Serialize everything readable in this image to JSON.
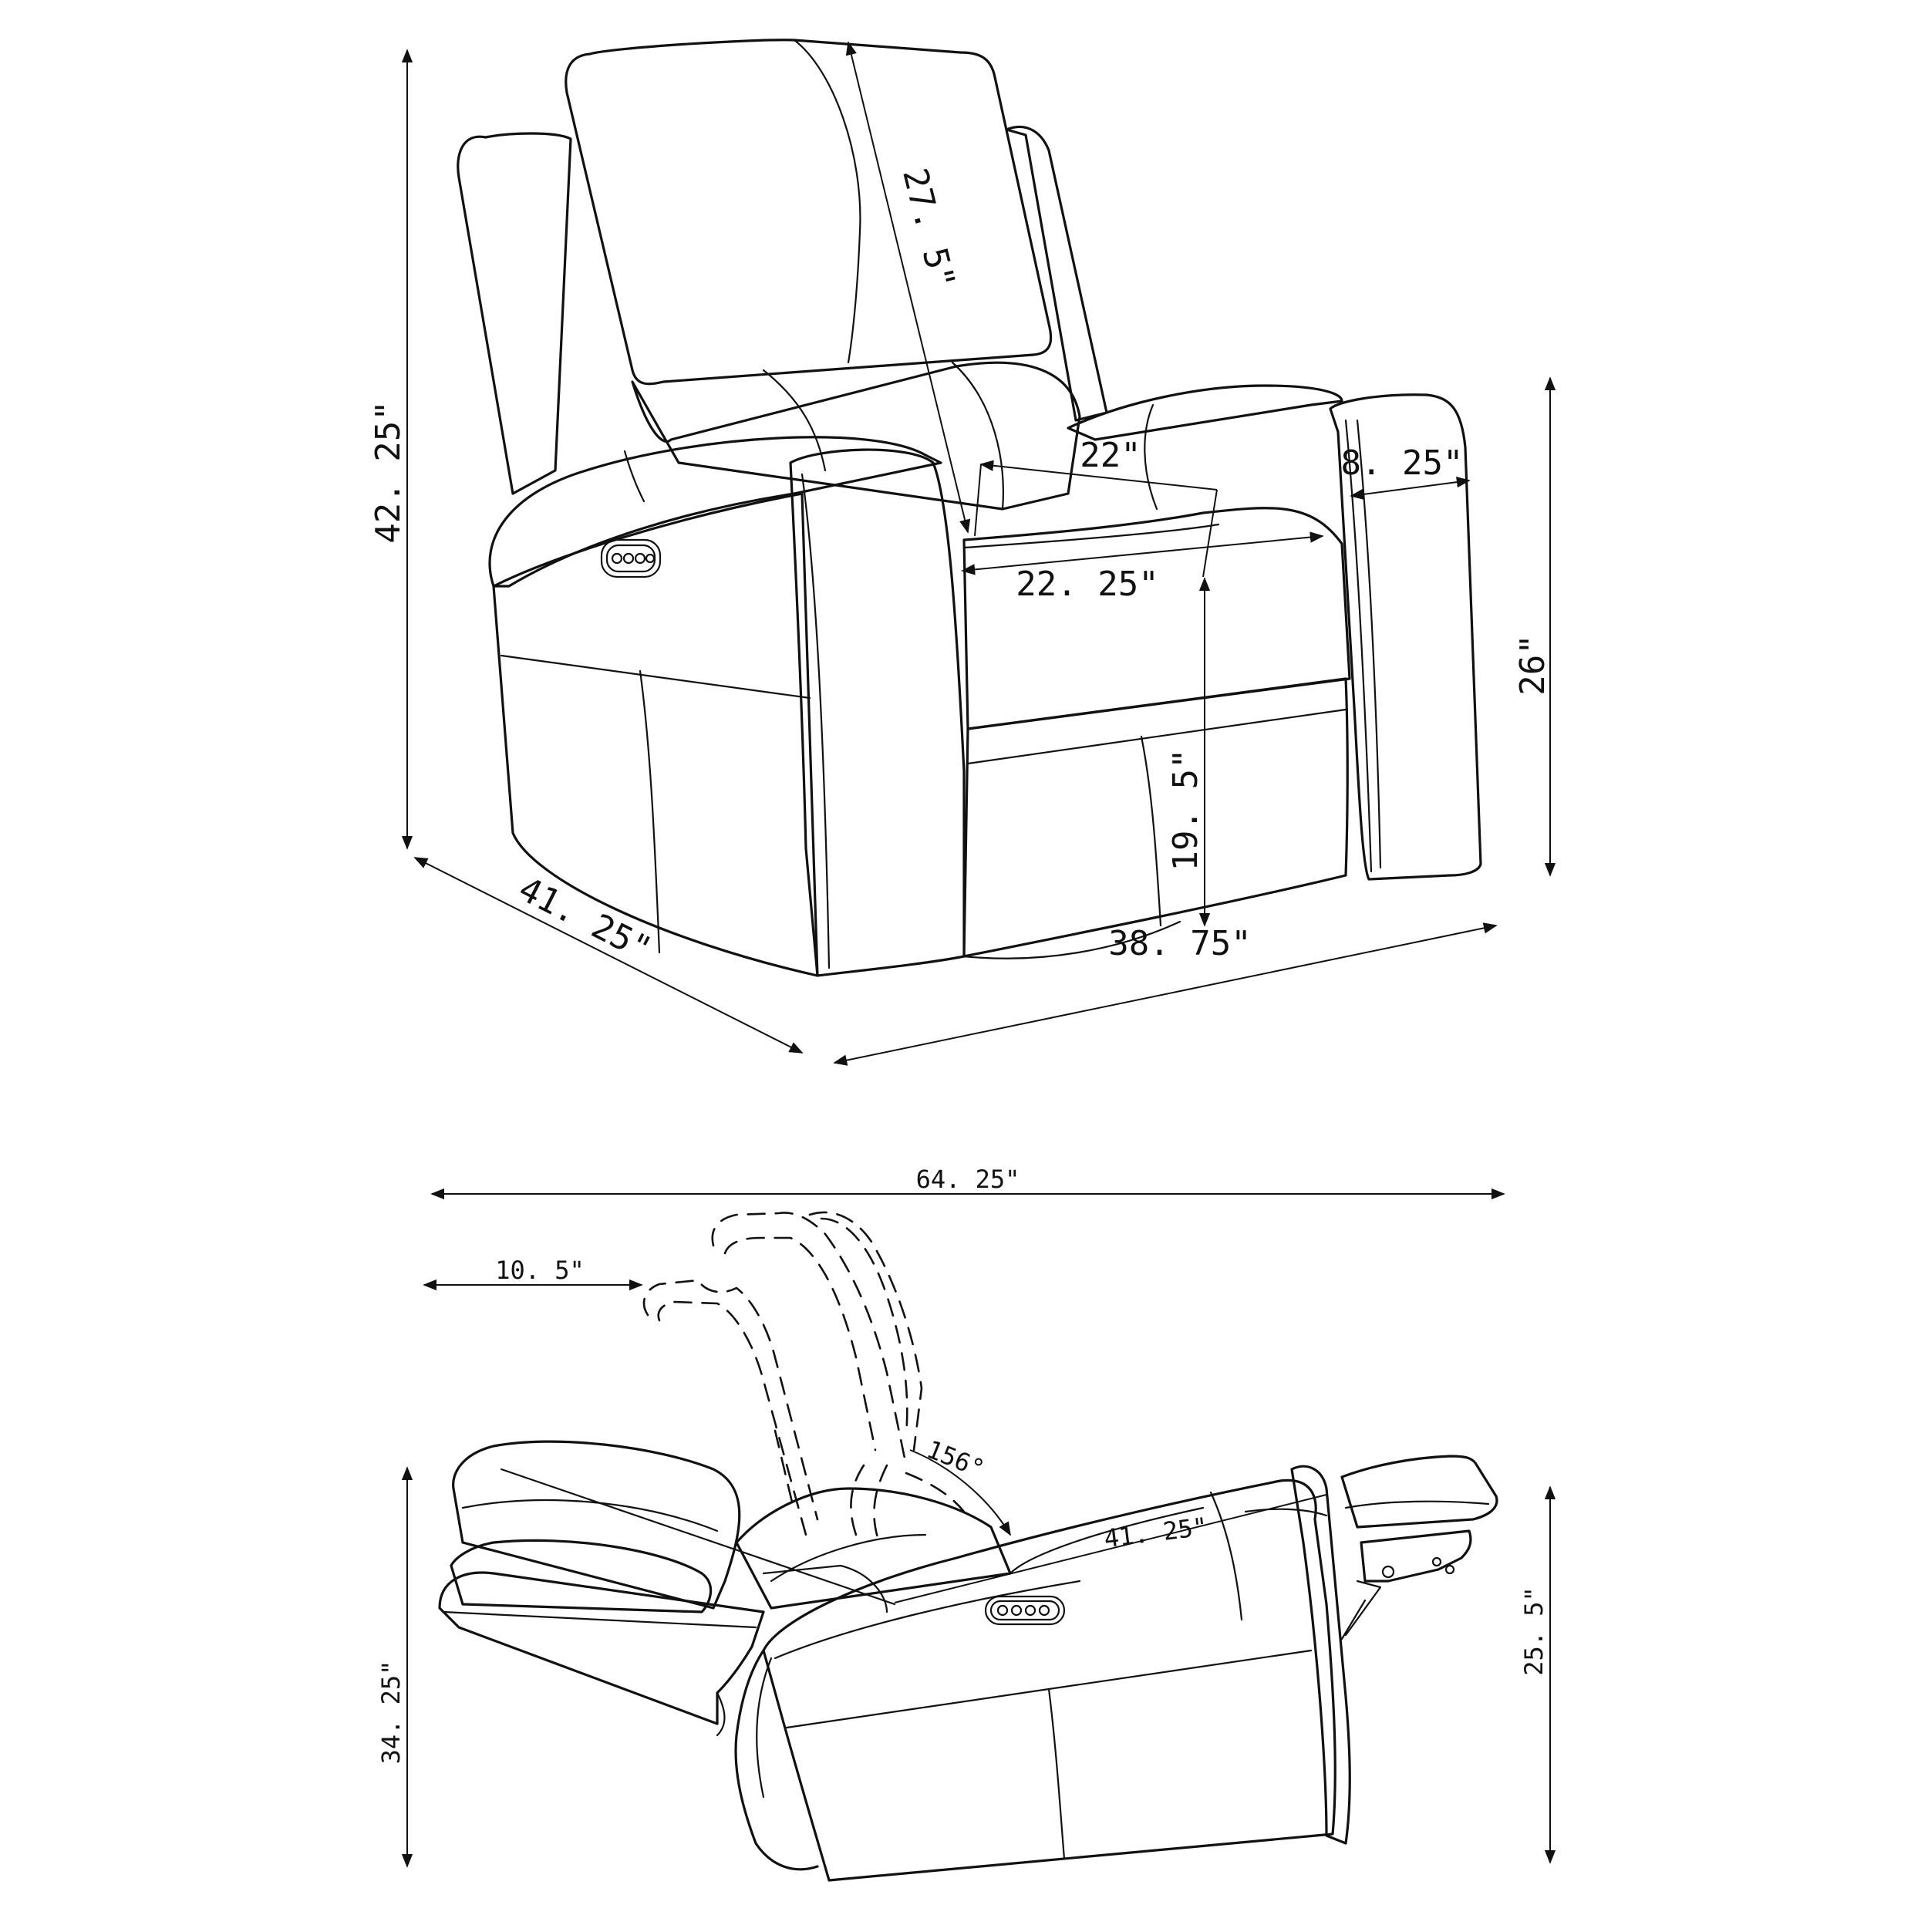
{
  "front_view": {
    "height": "42. 25\"",
    "depth": "41. 25\"",
    "width": "38. 75\"",
    "backrest_height": "27. 5\"",
    "seat_width_back": "22\"",
    "seat_width_front": "22. 25\"",
    "arm_width": "8. 25\"",
    "arm_height": "26\"",
    "seat_height": "19. 5\""
  },
  "side_view": {
    "reclined_length": "64. 25\"",
    "wall_clearance": "10. 5\"",
    "recline_angle": "156°",
    "seat_depth": "41. 25\"",
    "back_height": "34. 25\"",
    "footrest_height": "25. 5\""
  },
  "colors": {
    "line": "#111111",
    "background": "#ffffff"
  }
}
